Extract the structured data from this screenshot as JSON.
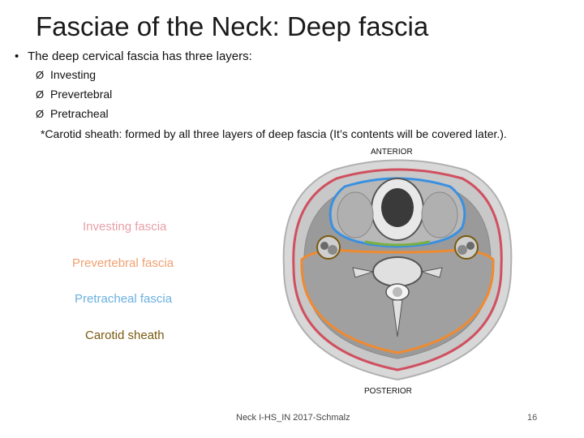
{
  "slide": {
    "title": "Fasciae of the Neck: Deep fascia",
    "bullet": "The deep cervical fascia has three layers:",
    "bullet_marker": "•",
    "sub_marker": "Ø",
    "layers": [
      "Investing",
      "Prevertebral",
      "Pretracheal"
    ],
    "carotid_lead": "*Carotid sheath:",
    "carotid_rest": " formed by all three layers of deep fascia (It’s contents will be covered later.).",
    "anterior": "ANTERIOR",
    "posterior": "POSTERIOR",
    "footer_source": "Neck I-HS_IN 2017-Schmalz",
    "page_number": "16"
  },
  "legend": {
    "investing": "Investing fascia",
    "prevertebral": "Prevertebral fascia",
    "pretracheal": "Pretracheal fascia",
    "carotid": "Carotid sheath"
  },
  "colors": {
    "investing": "#e8a0a8",
    "prevertebral": "#f0a070",
    "pretracheal": "#6ab0e0",
    "carotid": "#7a5a10",
    "investing_line": "#d05060",
    "prevertebral_line": "#f08a30",
    "pretracheal_line": "#3a90e0",
    "carotid_line": "#7ab040"
  }
}
